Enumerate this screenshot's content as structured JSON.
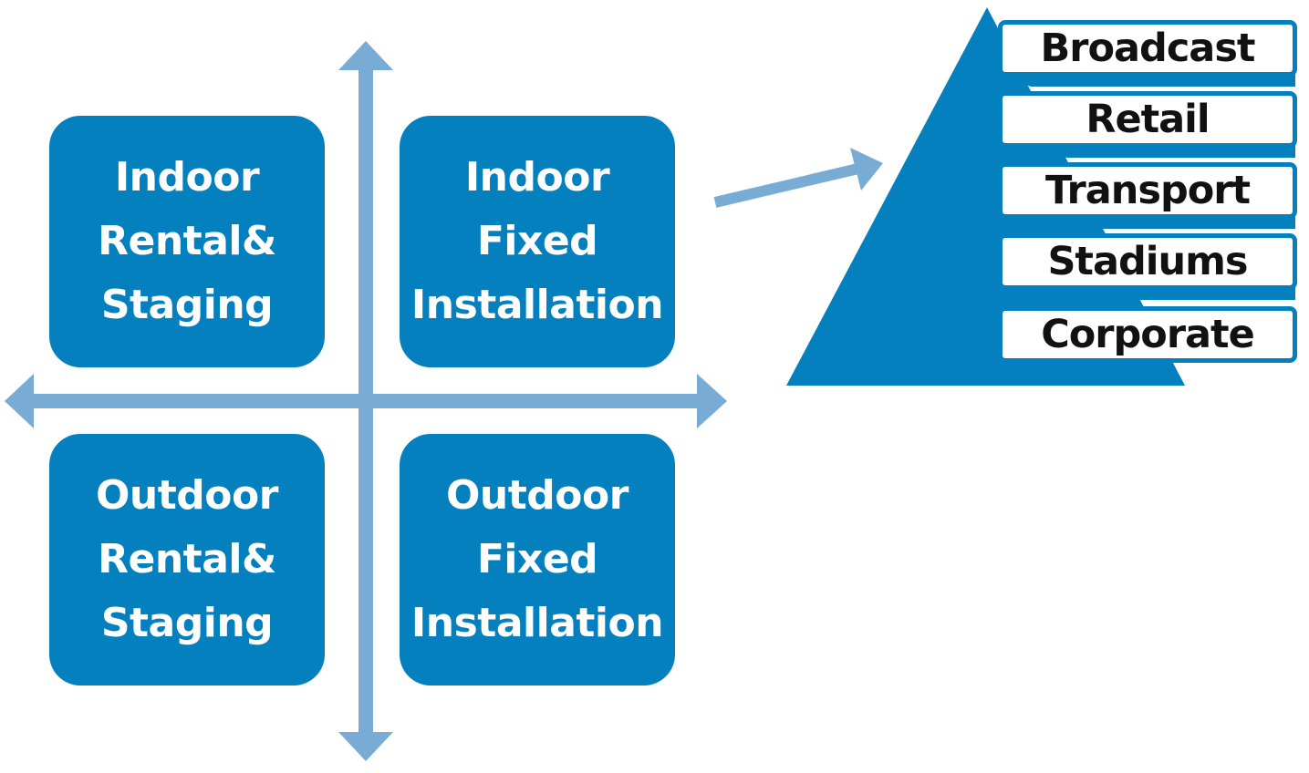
{
  "colors": {
    "box_fill": "#0580bf",
    "axis": "#78acd4",
    "pyramid": "#0580bf",
    "box_text": "#ffffff",
    "segment_text": "#111111"
  },
  "quadrants": {
    "indoor_rental": [
      "Indoor",
      "Rental&",
      "Staging"
    ],
    "indoor_fixed": [
      "Indoor",
      "Fixed",
      "Installation"
    ],
    "outdoor_rental": [
      "Outdoor",
      "Rental&",
      "Staging"
    ],
    "outdoor_fixed": [
      "Outdoor",
      "Fixed",
      "Installation"
    ]
  },
  "segments": [
    "Broadcast",
    "Retail",
    "Transport",
    "Stadiums",
    "Corporate"
  ]
}
